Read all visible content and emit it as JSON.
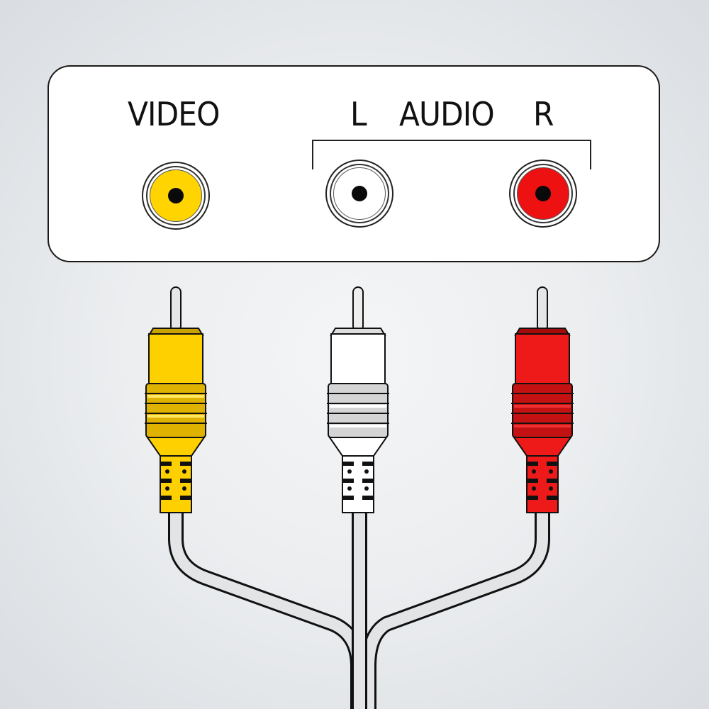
{
  "panel": {
    "video_label": "VIDEO",
    "audio_left_label": "L",
    "audio_label": "AUDIO",
    "audio_right_label": "R"
  },
  "jacks": [
    {
      "name": "video",
      "color": "#ffd400"
    },
    {
      "name": "audio-left",
      "color": "#ffffff"
    },
    {
      "name": "audio-right",
      "color": "#ee1111"
    }
  ],
  "plugs": [
    {
      "name": "video-plug",
      "color": "#ffd000",
      "shade": "#d9a800"
    },
    {
      "name": "audio-left-plug",
      "color": "#ffffff",
      "shade": "#cfcfcf"
    },
    {
      "name": "audio-right-plug",
      "color": "#ee1a1a",
      "shade": "#b80d0d"
    }
  ],
  "colors": {
    "cable": "#e3e4e6",
    "outline": "#111111"
  }
}
